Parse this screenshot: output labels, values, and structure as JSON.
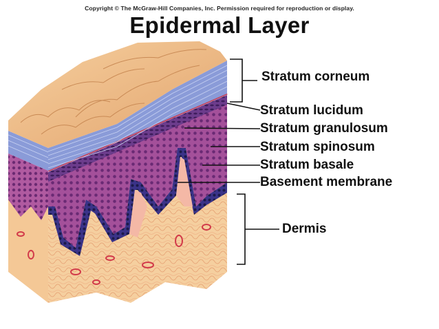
{
  "header": {
    "copyright": "Copyright © The McGraw-Hill Companies, Inc. Permission required for reproduction or display.",
    "title": "Epidermal Layer"
  },
  "labels": [
    {
      "id": "stratum-corneum",
      "text": "Stratum corneum"
    },
    {
      "id": "stratum-lucidum",
      "text": "Stratum lucidum"
    },
    {
      "id": "stratum-granulosum",
      "text": "Stratum granulosum"
    },
    {
      "id": "stratum-spinosum",
      "text": "Stratum spinosum"
    },
    {
      "id": "stratum-basale",
      "text": "Stratum basale"
    },
    {
      "id": "basement-membrane",
      "text": "Basement membrane"
    },
    {
      "id": "dermis",
      "text": "Dermis"
    }
  ],
  "colors": {
    "corneum_surface": "#eab882",
    "corneum_layers": "#7f8fd0",
    "lucidum": "#c23a55",
    "granulosum": "#5b2d7a",
    "spinosum": "#a4509a",
    "basale": "#2e2870",
    "dermis": "#f3c89a",
    "vessel": "#d23a4a"
  }
}
